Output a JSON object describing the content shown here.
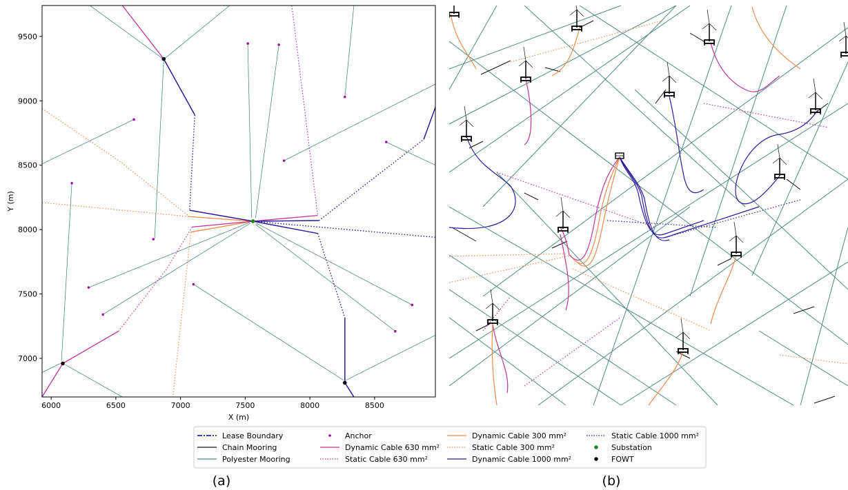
{
  "chart_data": [
    {
      "type": "line",
      "panel_label": "(a)",
      "xlabel": "X (m)",
      "ylabel": "Y (m)",
      "xlim": [
        5930,
        8970
      ],
      "ylim": [
        6700,
        9740
      ],
      "xticks": [
        6000,
        6500,
        7000,
        7500,
        8000,
        8500
      ],
      "yticks": [
        7000,
        7500,
        8000,
        8500,
        9000,
        9500
      ],
      "grid": false,
      "substation": [
        7560,
        8065
      ],
      "fowts": [
        [
          6870,
          9325
        ],
        [
          6090,
          6960
        ],
        [
          8270,
          6810
        ]
      ],
      "anchors": [
        [
          7520,
          9445
        ],
        [
          7760,
          9435
        ],
        [
          8270,
          9030
        ],
        [
          6640,
          8855
        ],
        [
          8590,
          8680
        ],
        [
          7800,
          8535
        ],
        [
          6160,
          8360
        ],
        [
          6790,
          7925
        ],
        [
          6290,
          7550
        ],
        [
          7100,
          7575
        ],
        [
          6400,
          7340
        ],
        [
          8790,
          7415
        ],
        [
          8660,
          7210
        ]
      ],
      "polyester_mooring": [
        [
          [
            6300,
            9740
          ],
          [
            6860,
            9330
          ]
        ],
        [
          [
            6880,
            9330
          ],
          [
            7380,
            9740
          ]
        ],
        [
          [
            6870,
            9310
          ],
          [
            6800,
            7930
          ]
        ],
        [
          [
            6080,
            6980
          ],
          [
            6160,
            8360
          ]
        ],
        [
          [
            6070,
            6960
          ],
          [
            5930,
            6890
          ]
        ],
        [
          [
            6110,
            6950
          ],
          [
            6550,
            6700
          ]
        ],
        [
          [
            8280,
            6830
          ],
          [
            8970,
            7180
          ]
        ],
        [
          [
            5930,
            8510
          ],
          [
            6640,
            8855
          ]
        ],
        [
          [
            7520,
            9445
          ],
          [
            7550,
            8090
          ]
        ],
        [
          [
            7760,
            9435
          ],
          [
            7580,
            8090
          ]
        ],
        [
          [
            8270,
            9030
          ],
          [
            8340,
            9740
          ]
        ],
        [
          [
            7800,
            8535
          ],
          [
            8970,
            9130
          ]
        ],
        [
          [
            8590,
            8680
          ],
          [
            8970,
            8500
          ]
        ],
        [
          [
            7535,
            8055
          ],
          [
            6290,
            7550
          ]
        ],
        [
          [
            7540,
            8050
          ],
          [
            6400,
            7340
          ]
        ],
        [
          [
            7585,
            8050
          ],
          [
            8790,
            7415
          ]
        ],
        [
          [
            7580,
            8040
          ],
          [
            8660,
            7210
          ]
        ],
        [
          [
            7100,
            7575
          ],
          [
            8260,
            6830
          ]
        ]
      ],
      "cable_630_dynamic": [
        [
          [
            6550,
            9740
          ],
          [
            6870,
            9325
          ]
        ],
        [
          [
            5930,
            6700
          ],
          [
            6090,
            6960
          ],
          [
            6520,
            7210
          ]
        ],
        [
          [
            7560,
            8065
          ],
          [
            8060,
            8110
          ]
        ],
        [
          [
            7560,
            8065
          ],
          [
            7090,
            8020
          ]
        ]
      ],
      "cable_630_static": [
        [
          [
            7860,
            9740
          ],
          [
            8060,
            8110
          ]
        ],
        [
          [
            6520,
            7210
          ],
          [
            6890,
            7690
          ],
          [
            7090,
            8020
          ]
        ]
      ],
      "cable_300_dynamic": [
        [
          [
            7560,
            8065
          ],
          [
            7070,
            8100
          ]
        ],
        [
          [
            7560,
            8065
          ],
          [
            7080,
            7980
          ]
        ]
      ],
      "cable_300_static": [
        [
          [
            5930,
            8940
          ],
          [
            6530,
            8530
          ],
          [
            7070,
            8100
          ]
        ],
        [
          [
            5930,
            8210
          ],
          [
            7070,
            8100
          ]
        ],
        [
          [
            7080,
            7980
          ],
          [
            6940,
            6700
          ]
        ]
      ],
      "cable_1000_dynamic": [
        [
          [
            6870,
            9325
          ],
          [
            7110,
            8890
          ]
        ],
        [
          [
            7560,
            8065
          ],
          [
            7070,
            8150
          ]
        ],
        [
          [
            7560,
            8065
          ],
          [
            8070,
            8070
          ]
        ],
        [
          [
            7560,
            8065
          ],
          [
            8060,
            7970
          ]
        ],
        [
          [
            8270,
            6810
          ],
          [
            8270,
            7315
          ]
        ],
        [
          [
            8270,
            6810
          ],
          [
            8340,
            6700
          ]
        ],
        [
          [
            8970,
            8950
          ],
          [
            8880,
            8700
          ]
        ]
      ],
      "cable_1000_static": [
        [
          [
            7110,
            8890
          ],
          [
            7070,
            8150
          ]
        ],
        [
          [
            8070,
            8070
          ],
          [
            8880,
            8700
          ]
        ],
        [
          [
            7560,
            8065
          ],
          [
            8970,
            7940
          ]
        ],
        [
          [
            8060,
            7970
          ],
          [
            8270,
            7315
          ]
        ]
      ]
    },
    {
      "type": "3d-render",
      "panel_label": "(b)"
    }
  ],
  "legend": {
    "placement": "bottom-center",
    "items": [
      {
        "label": "Lease Boundary",
        "style": "dashdot",
        "color": "#2222aa"
      },
      {
        "label": "Chain Mooring",
        "style": "solid",
        "color": "#111111"
      },
      {
        "label": "Polyester Mooring",
        "style": "solid",
        "color": "#4e8a82"
      },
      {
        "label": "Anchor",
        "style": "dot",
        "color": "#a010a0"
      },
      {
        "label": "Dynamic Cable 630 mm²",
        "style": "solid",
        "color": "#c0329a"
      },
      {
        "label": "Static Cable 630 mm²",
        "style": "dotted",
        "color": "#c0329a"
      },
      {
        "label": "Dynamic Cable 300 mm²",
        "style": "solid",
        "color": "#f08a4b"
      },
      {
        "label": "Static Cable 300 mm²",
        "style": "dotted",
        "color": "#f08a4b"
      },
      {
        "label": "Dynamic Cable 1000 mm²",
        "style": "solid",
        "color": "#2a1a9a"
      },
      {
        "label": "Static Cable 1000 mm²",
        "style": "dotted",
        "color": "#2a1a9a"
      },
      {
        "label": "Substation",
        "style": "dot",
        "color": "#1a8a1a"
      },
      {
        "label": "FOWT",
        "style": "dot",
        "color": "#000000"
      }
    ]
  },
  "colors": {
    "polyester": "#4e8a82",
    "chain": "#111111",
    "c630": "#c0329a",
    "c300": "#f08a4b",
    "c1000": "#2a1a9a",
    "anchor": "#a010a0",
    "substation": "#1a8a1a",
    "fowt": "#000000"
  }
}
